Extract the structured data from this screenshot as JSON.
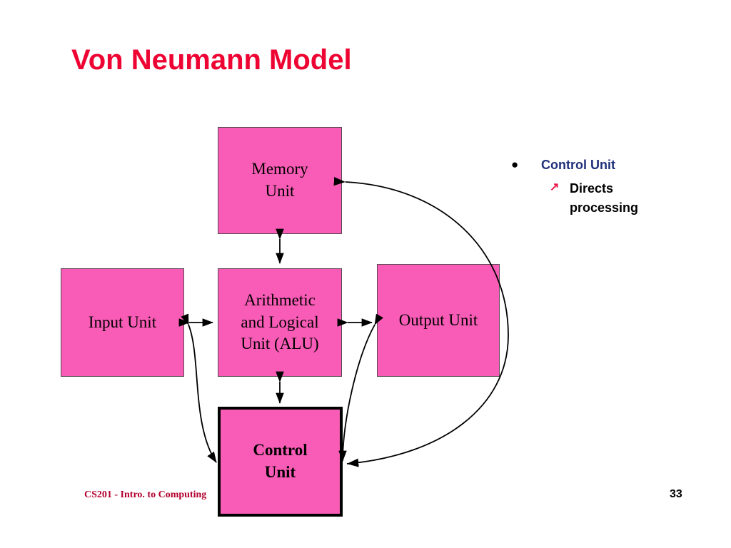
{
  "slide": {
    "title": "Von Neumann Model",
    "title_color": "#ee0433",
    "background": "#ffffff"
  },
  "diagram": {
    "box_fill": "#f95cb6",
    "box_border": "#5a4a52",
    "emphasis_border": "#000000",
    "boxes": [
      {
        "id": "memory",
        "lines": [
          "Memory",
          "Unit"
        ]
      },
      {
        "id": "input",
        "lines": [
          "Input Unit"
        ]
      },
      {
        "id": "alu",
        "lines": [
          "Arithmetic",
          "and Logical",
          "Unit (ALU)"
        ]
      },
      {
        "id": "output",
        "lines": [
          "Output Unit"
        ]
      },
      {
        "id": "control",
        "lines": [
          "Control",
          "Unit"
        ]
      }
    ],
    "connections": [
      {
        "from": "memory",
        "to": "alu",
        "style": "double-arrow-vertical"
      },
      {
        "from": "input",
        "to": "alu",
        "style": "double-arrow-horizontal"
      },
      {
        "from": "alu",
        "to": "output",
        "style": "double-arrow-horizontal"
      },
      {
        "from": "alu",
        "to": "control",
        "style": "double-arrow-vertical"
      },
      {
        "from": "control",
        "to": "input",
        "style": "curved-double-arrow"
      },
      {
        "from": "control",
        "to": "output",
        "style": "curved-double-arrow"
      },
      {
        "from": "control",
        "to": "memory",
        "style": "curved-double-arrow-long"
      }
    ]
  },
  "bullets": {
    "level1": {
      "marker": "bullet-dot-icon",
      "marker_glyph": "●",
      "label": "Control Unit",
      "color": "#1f2f7a"
    },
    "level2": {
      "marker": "arrow-up-right-icon",
      "marker_glyph": "↗",
      "marker_color": "#e8174b",
      "lines": [
        "Directs",
        "processing"
      ],
      "color": "#000000"
    }
  },
  "footer": {
    "course": "CS201 - Intro. to Computing",
    "course_color": "#b4002e",
    "page_number": "33"
  }
}
